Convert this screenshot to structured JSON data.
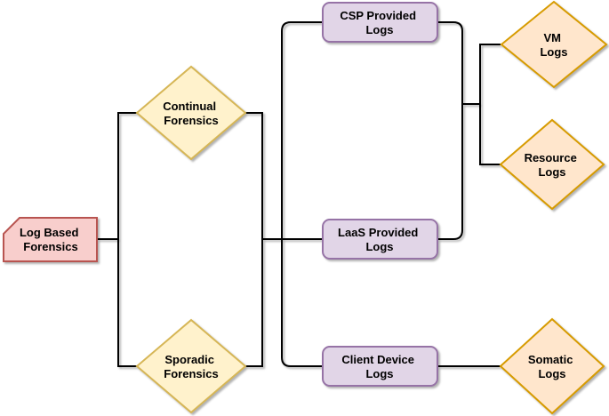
{
  "diagram": {
    "type": "flowchart",
    "background": "#ffffff",
    "root_label": "Log Based Forensics"
  },
  "palette": {
    "red": {
      "fill": "#f8cecc",
      "stroke": "#b85450"
    },
    "yellow": {
      "fill": "#fff2cc",
      "stroke": "#d6b656"
    },
    "purple": {
      "fill": "#e1d5e7",
      "stroke": "#9673a6"
    },
    "orange": {
      "fill": "#ffe6cc",
      "stroke": "#d79b00"
    },
    "edge": {
      "stroke": "#000000"
    }
  },
  "nodes": {
    "log_based": {
      "label": "Log Based Forensics",
      "lines": [
        "Log Based",
        "Forensics"
      ],
      "shape": "card",
      "color": "red"
    },
    "continual": {
      "label": "Continual Forensics",
      "lines": [
        "Continual",
        "Forensics"
      ],
      "shape": "diamond",
      "color": "yellow"
    },
    "sporadic": {
      "label": "Sporadic Forensics",
      "lines": [
        "Sporadic",
        "Forensics"
      ],
      "shape": "diamond",
      "color": "yellow"
    },
    "csp": {
      "label": "CSP Provided Logs",
      "lines": [
        "CSP Provided",
        "Logs"
      ],
      "shape": "rounded-rect",
      "color": "purple"
    },
    "laas": {
      "label": "LaaS Provided Logs",
      "lines": [
        "LaaS Provided",
        "Logs"
      ],
      "shape": "rounded-rect",
      "color": "purple"
    },
    "client": {
      "label": "Client Device Logs",
      "lines": [
        "Client Device",
        "Logs"
      ],
      "shape": "rounded-rect",
      "color": "purple"
    },
    "vm": {
      "label": "VM Logs",
      "lines": [
        "VM",
        "Logs"
      ],
      "shape": "diamond",
      "color": "orange"
    },
    "resource": {
      "label": "Resource Logs",
      "lines": [
        "Resource",
        "Logs"
      ],
      "shape": "diamond",
      "color": "orange"
    },
    "somatic": {
      "label": "Somatic Logs",
      "lines": [
        "Somatic",
        "Logs"
      ],
      "shape": "diamond",
      "color": "orange"
    }
  },
  "edges": [
    {
      "from": [
        "Log Based Forensics"
      ],
      "to": [
        "Continual Forensics",
        "Sporadic Forensics"
      ]
    },
    {
      "from": [
        "Continual Forensics",
        "Sporadic Forensics"
      ],
      "to": [
        "CSP Provided Logs",
        "LaaS Provided Logs",
        "Client Device Logs"
      ]
    },
    {
      "from": [
        "CSP Provided Logs",
        "LaaS Provided Logs"
      ],
      "to": [
        "VM Logs",
        "Resource Logs"
      ]
    },
    {
      "from": [
        "Client Device Logs"
      ],
      "to": [
        "Somatic Logs"
      ]
    }
  ]
}
